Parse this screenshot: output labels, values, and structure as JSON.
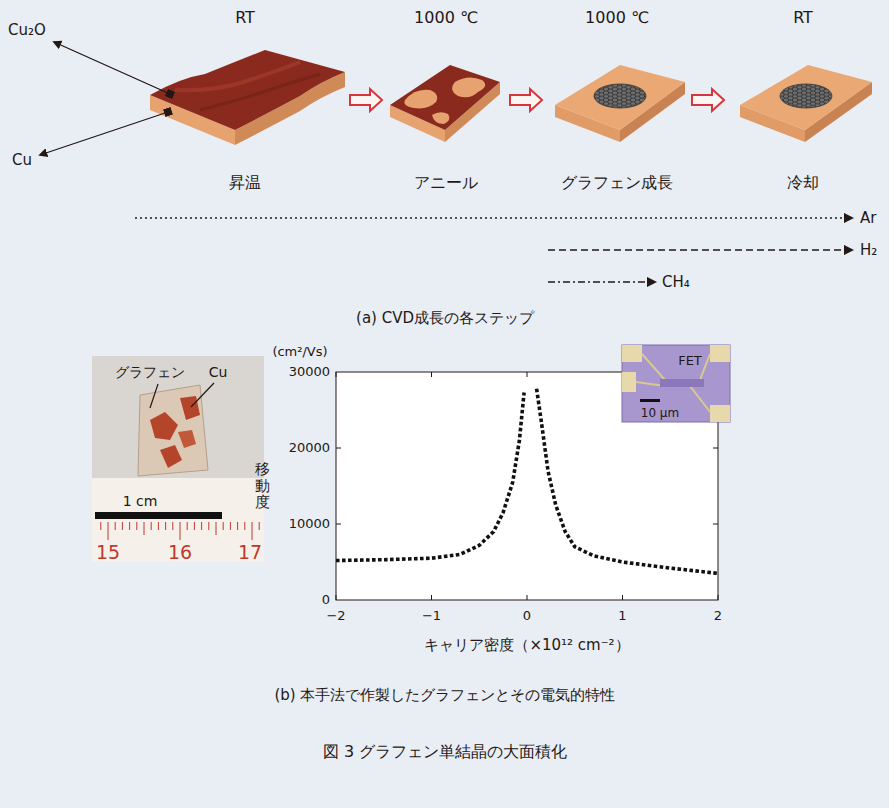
{
  "diagram": {
    "caption": "図 3 グラフェン単結晶の大面積化",
    "nodes": [
      {
        "text": [
          "RT",
          "昇温"
        ]
      },
      {
        "text": [
          "1000 ℃",
          "アニール"
        ]
      },
      {
        "text": [
          "1000 ℃",
          "グラフェン成長"
        ]
      },
      {
        "text": [
          "RT",
          "冷却"
        ]
      }
    ],
    "edges": [
      {
        "from": 0,
        "to": 1,
        "arrow": "to"
      },
      {
        "from": 1,
        "to": 2,
        "arrow": "to"
      },
      {
        "from": 2,
        "to": 3,
        "arrow": "to"
      }
    ],
    "labels": [
      "Cu₂O",
      "Cu",
      "Ar",
      "H₂",
      "CH₄",
      "(a) CVD成長の各ステップ",
      "グラフェン",
      "Cu",
      "1 cm",
      "15",
      "16",
      "17",
      "(cm²/Vs)",
      "30000",
      "20000",
      "10000",
      "0",
      "移動度",
      "−2",
      "−1",
      "0",
      "1",
      "2",
      "キャリア密度（×10¹² cm⁻²）",
      "FET",
      "10 μm",
      "(b) 本手法で作製したグラフェンとその電気的特性"
    ]
  }
}
